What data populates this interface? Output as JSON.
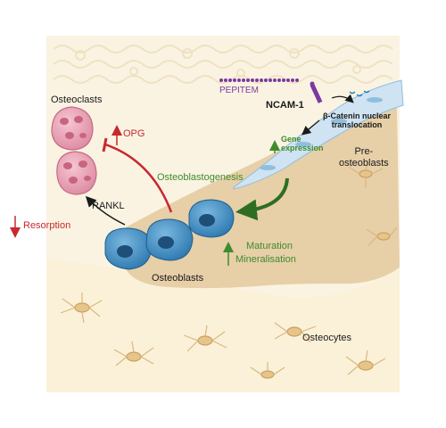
{
  "labels": {
    "osteoclasts": "Osteoclasts",
    "opg": "OPG",
    "resorption": "Resorption",
    "rankl": "RANKL",
    "osteoblastogenesis": "Osteoblastogenesis",
    "osteoblasts": "Osteoblasts",
    "maturation": "Maturation",
    "mineralisation": "Mineralisation",
    "pepitem": "PEPITEM",
    "ncam1": "NCAM-1",
    "beta_catenin_1": "β-Catenin nuclear",
    "beta_catenin_2": "translocation",
    "gene_expression_1": "Gene",
    "gene_expression_2": "expression",
    "pre_osteoblasts_1": "Pre-",
    "pre_osteoblasts_2": "osteoblasts",
    "osteocytes": "Osteocytes"
  },
  "colors": {
    "red": "#c8282e",
    "green": "#3e8c2c",
    "purple": "#7a3aa0",
    "black": "#1a1a1a",
    "bone": "#faf3e2",
    "marrow": "#e7cfa8",
    "osteoblast": "#3f8ec6",
    "osteoclast": "#e9a0b4",
    "pre_osteoblast": "#cfe3f2"
  }
}
